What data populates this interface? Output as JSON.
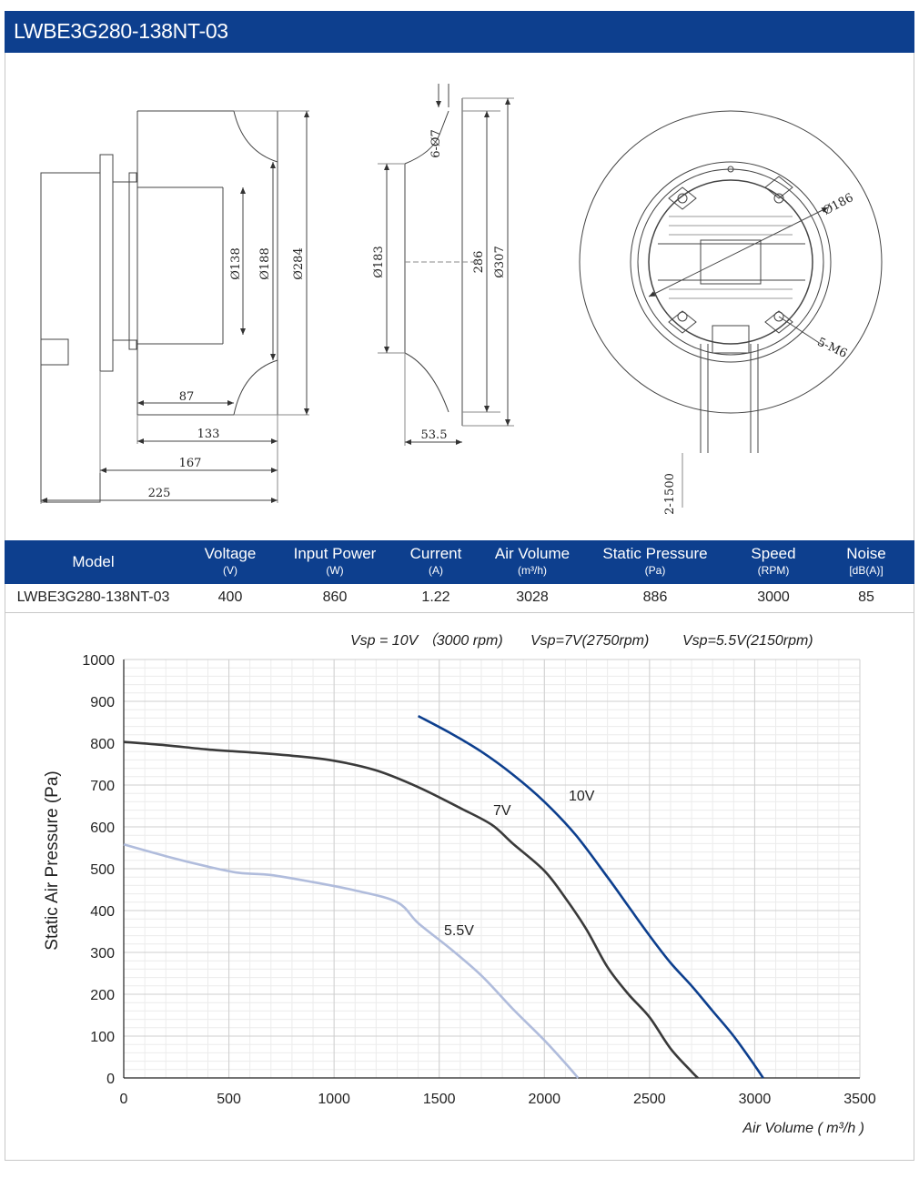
{
  "header": {
    "title": "LWBE3G280-138NT-03"
  },
  "drawing": {
    "front_dims": {
      "d138": "Ø138",
      "d188": "Ø188",
      "d284": "Ø284",
      "l87": "87",
      "l133": "133",
      "l167": "167",
      "l225": "225"
    },
    "side_dims": {
      "holes": "6-Ø7",
      "d183": "Ø183",
      "d286": "286",
      "d307": "Ø307",
      "l53": "53.5"
    },
    "top_dims": {
      "d186": "Ø186",
      "m6": "5-M6",
      "cable": "2-1500"
    }
  },
  "spec_table": {
    "columns": [
      {
        "label": "Model",
        "unit": ""
      },
      {
        "label": "Voltage",
        "unit": "(V)"
      },
      {
        "label": "Input Power",
        "unit": "(W)"
      },
      {
        "label": "Current",
        "unit": "(A)"
      },
      {
        "label": "Air Volume",
        "unit": "(m³/h)"
      },
      {
        "label": "Static Pressure",
        "unit": "(Pa)"
      },
      {
        "label": "Speed",
        "unit": "(RPM)"
      },
      {
        "label": "Noise",
        "unit": "[dB(A)]"
      }
    ],
    "row": [
      "LWBE3G280-138NT-03",
      "400",
      "860",
      "1.22",
      "3028",
      "886",
      "3000",
      "85"
    ]
  },
  "chart_data": {
    "type": "line",
    "title": "",
    "legend_text": [
      "Vsp = 10V （3000 rpm)",
      "Vsp=7V(2750rpm)",
      "Vsp=5.5V(2150rpm)"
    ],
    "xlabel": "Air Volume ( m³/h )",
    "ylabel": "Static Air Pressure  (Pa)",
    "xlim": [
      0,
      3500
    ],
    "ylim": [
      0,
      1000
    ],
    "xticks": [
      "0",
      "500",
      "1000",
      "1500",
      "2000",
      "2500",
      "3000",
      "3500"
    ],
    "yticks": [
      "0",
      "100",
      "200",
      "300",
      "400",
      "500",
      "600",
      "700",
      "800",
      "900",
      "1000"
    ],
    "grid": true,
    "series": [
      {
        "name": "10V",
        "color": "#0d3f8e",
        "x": [
          1400,
          1550,
          1700,
          1850,
          2000,
          2150,
          2300,
          2400,
          2500,
          2600,
          2700,
          2800,
          2900,
          3000,
          3040
        ],
        "y": [
          865,
          825,
          780,
          725,
          660,
          580,
          480,
          410,
          340,
          275,
          220,
          160,
          100,
          30,
          0
        ]
      },
      {
        "name": "7V",
        "color": "#3a3a3a",
        "x": [
          0,
          200,
          400,
          600,
          800,
          1000,
          1200,
          1400,
          1600,
          1750,
          1850,
          2000,
          2100,
          2200,
          2300,
          2400,
          2500,
          2600,
          2700,
          2730
        ],
        "y": [
          803,
          795,
          785,
          778,
          770,
          758,
          735,
          695,
          645,
          605,
          560,
          495,
          430,
          355,
          265,
          200,
          145,
          70,
          15,
          0
        ]
      },
      {
        "name": "5.5V",
        "color": "#b0bcdc",
        "x": [
          0,
          200,
          400,
          550,
          700,
          900,
          1100,
          1300,
          1400,
          1550,
          1700,
          1850,
          2000,
          2100,
          2160
        ],
        "y": [
          558,
          530,
          505,
          490,
          485,
          468,
          448,
          420,
          370,
          310,
          245,
          165,
          90,
          35,
          0
        ]
      }
    ]
  }
}
